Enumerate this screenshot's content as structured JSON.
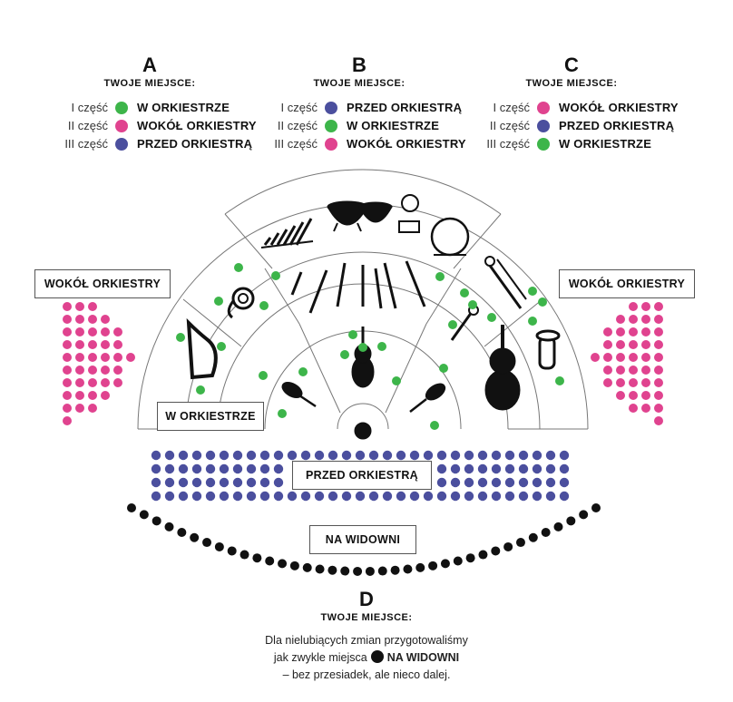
{
  "colors": {
    "green": "#3db54a",
    "pink": "#e0438f",
    "navy": "#4b4f9e",
    "black": "#111111"
  },
  "plans": [
    {
      "letter": "A",
      "subtitle": "TWOJE MIEJSCE:",
      "rows": [
        {
          "part": "I część",
          "location": "W ORKIESTRZE",
          "color": "#3db54a"
        },
        {
          "part": "II część",
          "location": "WOKÓŁ ORKIESTRY",
          "color": "#e0438f"
        },
        {
          "part": "III część",
          "location": "PRZED ORKIESTRĄ",
          "color": "#4b4f9e"
        }
      ]
    },
    {
      "letter": "B",
      "subtitle": "TWOJE MIEJSCE:",
      "rows": [
        {
          "part": "I część",
          "location": "PRZED ORKIESTRĄ",
          "color": "#4b4f9e"
        },
        {
          "part": "II część",
          "location": "W ORKIESTRZE",
          "color": "#3db54a"
        },
        {
          "part": "III część",
          "location": "WOKÓŁ ORKIESTRY",
          "color": "#e0438f"
        }
      ]
    },
    {
      "letter": "C",
      "subtitle": "TWOJE MIEJSCE:",
      "rows": [
        {
          "part": "I część",
          "location": "WOKÓŁ ORKIESTRY",
          "color": "#e0438f"
        },
        {
          "part": "II część",
          "location": "PRZED ORKIESTRĄ",
          "color": "#4b4f9e"
        },
        {
          "part": "III część",
          "location": "W ORKIESTRZE",
          "color": "#3db54a"
        }
      ]
    }
  ],
  "labels": {
    "wokol_left": "WOKÓŁ ORKIESTRY",
    "wokol_right": "WOKÓŁ ORKIESTRY",
    "w_orkiestrze": "W ORKIESTRZE",
    "przed": "PRZED ORKIESTRĄ",
    "na_widowni": "NA WIDOWNI"
  },
  "plan_d": {
    "letter": "D",
    "subtitle": "TWOJE MIEJSCE:",
    "line1": "Dla nielubiących zmian przygotowaliśmy",
    "line2_pre": "jak zwykle miejsca",
    "line2_bold": "NA WIDOWNI",
    "line3": "– bez przesiadek, ale nieco dalej."
  }
}
